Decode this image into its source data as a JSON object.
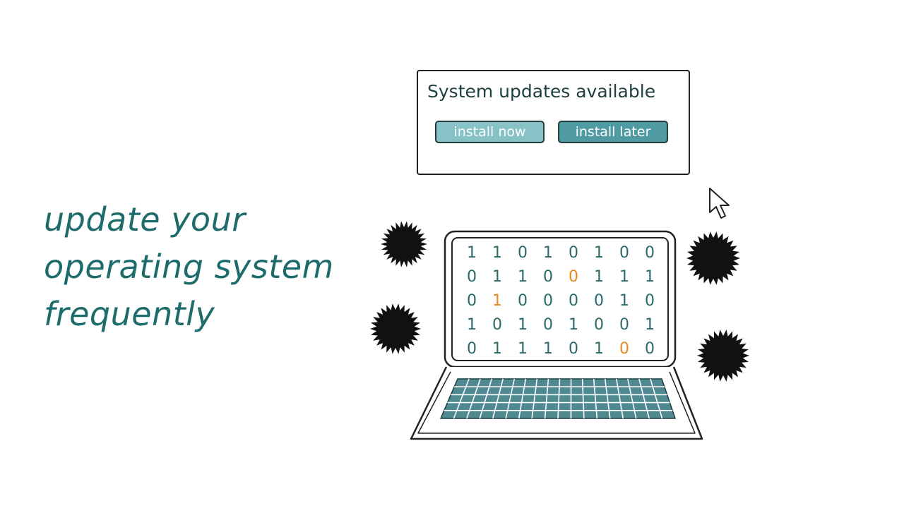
{
  "headline": {
    "lines": [
      "update your",
      "operating system",
      "frequently"
    ]
  },
  "dialog": {
    "title": "System updates available",
    "install_now_label": "install now",
    "install_later_label": "install later"
  },
  "screen": {
    "rows": [
      [
        "1",
        "1",
        "0",
        "1",
        "0",
        "1",
        "0",
        "0"
      ],
      [
        "0",
        "1",
        "1",
        "0",
        "0",
        "1",
        "1",
        "1"
      ],
      [
        "0",
        "1",
        "0",
        "0",
        "0",
        "0",
        "1",
        "0"
      ],
      [
        "1",
        "0",
        "1",
        "0",
        "1",
        "0",
        "0",
        "1"
      ],
      [
        "0",
        "1",
        "1",
        "1",
        "0",
        "1",
        "0",
        "0"
      ]
    ],
    "highlighted": [
      [
        1,
        4
      ],
      [
        2,
        1
      ],
      [
        4,
        6
      ]
    ]
  },
  "colors": {
    "headline": "#1e6b6b",
    "digit": "#2b6a6b",
    "digit_highlight": "#e8891a",
    "keyboard": "#4f8a90",
    "virus": "#111111"
  },
  "icons": [
    "cursor-arrow-icon",
    "virus-icon",
    "laptop-icon"
  ]
}
